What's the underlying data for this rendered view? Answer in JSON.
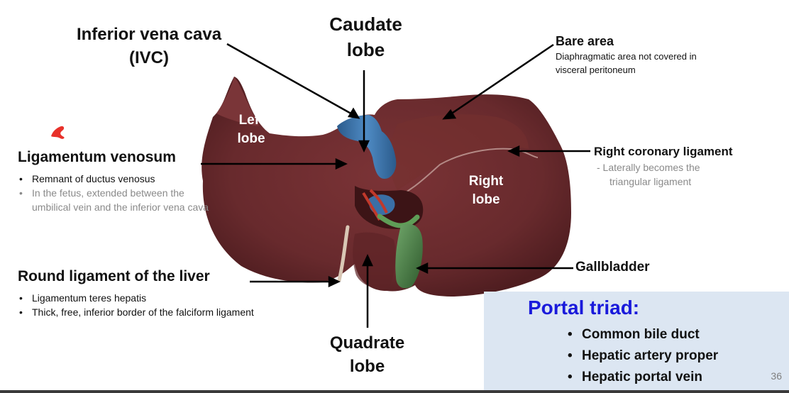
{
  "labels": {
    "ivc": [
      "Inferior vena cava",
      "(IVC)"
    ],
    "caudate": [
      "Caudate",
      "lobe"
    ],
    "quadrate": [
      "Quadrate",
      "lobe"
    ],
    "bare_area": {
      "title": "Bare area",
      "desc": [
        "Diaphragmatic area not covered in",
        "visceral peritoneum"
      ]
    },
    "right_coronary": {
      "title": "Right coronary ligament",
      "desc": [
        "- Laterally becomes the",
        "triangular ligament"
      ]
    },
    "gallbladder": "Gallbladder",
    "ligamentum_venosum": {
      "title": "Ligamentum venosum",
      "bullets": [
        "Remnant of ductus venosus",
        "In the fetus, extended between the umbilical vein and the inferior vena cava"
      ]
    },
    "round_ligament": {
      "title": "Round ligament of the liver",
      "bullets": [
        "Ligamentum teres hepatis",
        "Thick, free, inferior border of the falciform ligament"
      ]
    }
  },
  "lobes": {
    "left": [
      "Left",
      "lobe"
    ],
    "right": [
      "Right",
      "lobe"
    ]
  },
  "portal_triad": {
    "title": "Portal triad:",
    "items": [
      "Common bile duct",
      "Hepatic artery proper",
      "Hepatic portal vein"
    ]
  },
  "page_number": "36",
  "colors": {
    "liver": "#6a2a2c",
    "liver_dark": "#4e1c1f",
    "ivc_blue": "#3a6fa6",
    "artery_red": "#c0392b",
    "duct_green": "#4f8a4b",
    "portal_title_blue": "#1a1adb",
    "portal_box_bg": "#dce6f2",
    "annotation_red": "#e8312a"
  }
}
